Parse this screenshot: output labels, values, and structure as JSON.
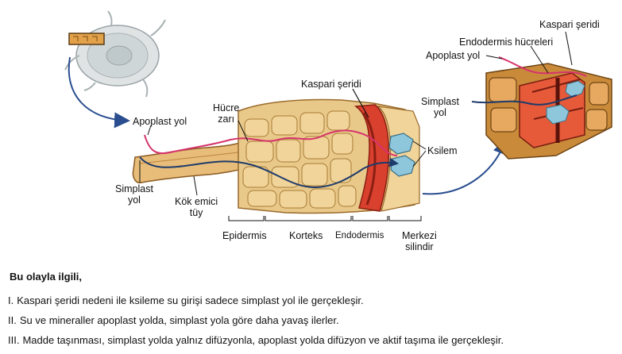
{
  "diagram": {
    "labels": {
      "apoplast_left": "Apoplast yol",
      "cell_membrane_line1": "Hücre",
      "cell_membrane_line2": "zarı",
      "casparian_center": "Kaspari şeridi",
      "symplast_left_line1": "Simplast",
      "symplast_left_line2": "yol",
      "root_hair_line1": "Kök emici",
      "root_hair_line2": "tüy",
      "xylem": "Ksilem",
      "epidermis": "Epidermis",
      "cortex": "Korteks",
      "endodermis": "Endodermis",
      "stele_line1": "Merkezi",
      "stele_line2": "silindir",
      "casparian_right": "Kaspari şeridi",
      "endodermis_cells": "Endodermis hücreleri",
      "apoplast_right": "Apoplast yol",
      "symplast_right_line1": "Simplast",
      "symplast_right_line2": "yol"
    },
    "colors": {
      "apoplast_path": "#d6336c",
      "symplast_path": "#1f3b6b",
      "cortex_cell": "#e9c98a",
      "endodermis": "#d9402e",
      "xylem": "#8ec6dc",
      "arrow": "#2a4e8f"
    }
  },
  "question": {
    "intro": "Bu olayla ilgili,",
    "statements": [
      {
        "num": "I.",
        "text": "Kaspari şeridi nedeni ile ksileme su girişi sadece simplast yol ile gerçekleşir."
      },
      {
        "num": "II.",
        "text": "Su ve mineraller apoplast yolda, simplast yola göre daha yavaş ilerler."
      },
      {
        "num": "III.",
        "text": "Madde taşınması, simplast yolda yalnız difüzyonla, apoplast yolda difüzyon ve aktif taşıma ile gerçekleşir."
      }
    ]
  }
}
